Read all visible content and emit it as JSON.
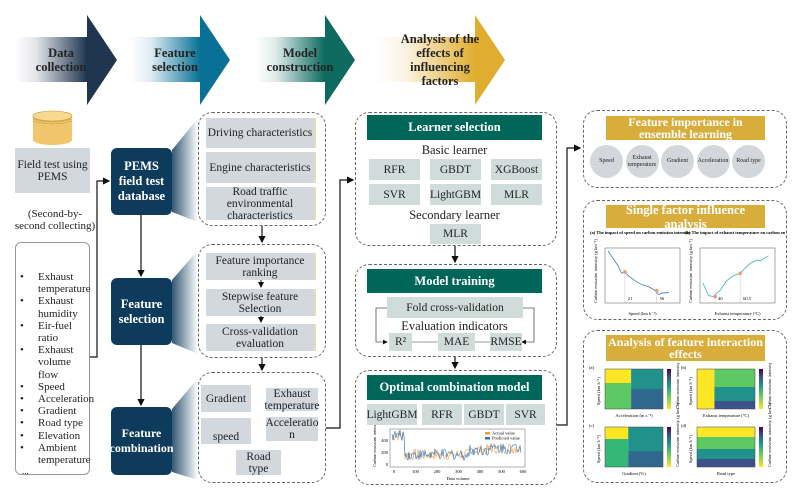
{
  "stages": [
    {
      "label": "Data collection",
      "color": "#1f3550"
    },
    {
      "label": "Feature selection",
      "color": "#0a7196"
    },
    {
      "label": "Model construction",
      "color": "#0c6a5e"
    },
    {
      "label": "Analysis of the effects of influencing factors",
      "color": "#e0ad2e"
    }
  ],
  "colors": {
    "navy": "#0e3b5b",
    "teal": "#006659",
    "gold": "#d9ad3c",
    "gray_box": "#d3d8de",
    "green_gray_box": "#cfdcda"
  },
  "data_collection": {
    "icon": "database-cylinder-icon",
    "field_test": "Field test using PEMS",
    "collecting_note": "(Second-by-second collecting)",
    "features": [
      "Exhaust temperature",
      "Exhaust humidity",
      "Eir-fuel ratio",
      "Exhaust volume flow",
      "Speed",
      "Acceleration",
      "Gradient",
      "Road type",
      "Elevation",
      "Ambient temperature"
    ],
    "more": "..."
  },
  "feature_selection": {
    "steps": [
      "PEMS field test database",
      "Feature selection",
      "Feature combination"
    ],
    "characteristics": [
      "Driving characteristics",
      "Engine characteristics",
      "Road traffic environmental characteristics"
    ],
    "selection_steps": [
      "Feature importance ranking",
      "Stepwise feature Selection",
      "Cross-validation evaluation"
    ],
    "combination": [
      "Gradient",
      "Exhaust temperature",
      "speed",
      "Acceleratio n",
      "Road type"
    ]
  },
  "model_construction": {
    "learner_selection": {
      "title": "Learner selection",
      "basic_label": "Basic learner",
      "basic": [
        "RFR",
        "GBDT",
        "XGBoost",
        "SVR",
        "LightGBM",
        "MLR"
      ],
      "secondary_label": "Secondary learner",
      "secondary": "MLR"
    },
    "training": {
      "title": "Model training",
      "cv": "Fold cross-validation",
      "eval_label": "Evaluation indicators",
      "indicators": [
        "R²",
        "MAE",
        "RMSE"
      ]
    },
    "optimal": {
      "title": "Optimal combination model",
      "models": [
        "LightGBM",
        "RFR",
        "GBDT",
        "SVR"
      ],
      "chart": {
        "xlabel": "Data volume",
        "ylabel": "Carbon emission intensity (g km⁻¹)",
        "legend": [
          "Actual value",
          "Predicted value"
        ],
        "series_colors": [
          "#f39a3c",
          "#2f78c0"
        ],
        "x_ticks": [
          "0",
          "100",
          "200",
          "300",
          "400",
          "500",
          "600"
        ],
        "y_ticks": [
          "0",
          "200",
          "400"
        ]
      }
    }
  },
  "analysis": {
    "importance": {
      "title": "Feature importance in ensemble learning",
      "factors": [
        "Speed",
        "Exhaust temperature",
        "Gradient",
        "Acceleration",
        "Road type"
      ]
    },
    "single": {
      "title": "Single factor influence analysis",
      "plots": [
        {
          "title": "(a) The impact of speed on carbon emission intensity",
          "xlabel": "Speed (km h⁻¹)",
          "ylabel": "Carbon emission intensity (g km⁻¹)",
          "marks": [
            "21",
            "56"
          ],
          "color": "#3d7ab8"
        },
        {
          "title": "(b) The impact of exhaust temperature on carbon emission intensity",
          "xlabel": "Exhaust temperature (°C)",
          "ylabel": "Carbon emission intensity (g km⁻¹)",
          "marks": [
            "40",
            "60.5"
          ],
          "color": "#3fb2b5"
        }
      ]
    },
    "interaction": {
      "title": "Analysis of feature interaction effects",
      "panels": [
        {
          "tag": "(a)",
          "xlabel": "Acceleration (m s⁻²)",
          "ylabel": "Speed (km h⁻¹)"
        },
        {
          "tag": "(b)",
          "xlabel": "Exhaust temperature (°C)",
          "ylabel": "Speed (km h⁻¹)"
        },
        {
          "tag": "(c)",
          "xlabel": "Gradient (%)",
          "ylabel": "Speed (km h⁻¹)"
        },
        {
          "tag": "(d)",
          "xlabel": "Road type",
          "ylabel": "Speed (km h⁻¹)"
        }
      ],
      "colorbar_label": "Carbon emission intensity (g km⁻¹)"
    }
  }
}
